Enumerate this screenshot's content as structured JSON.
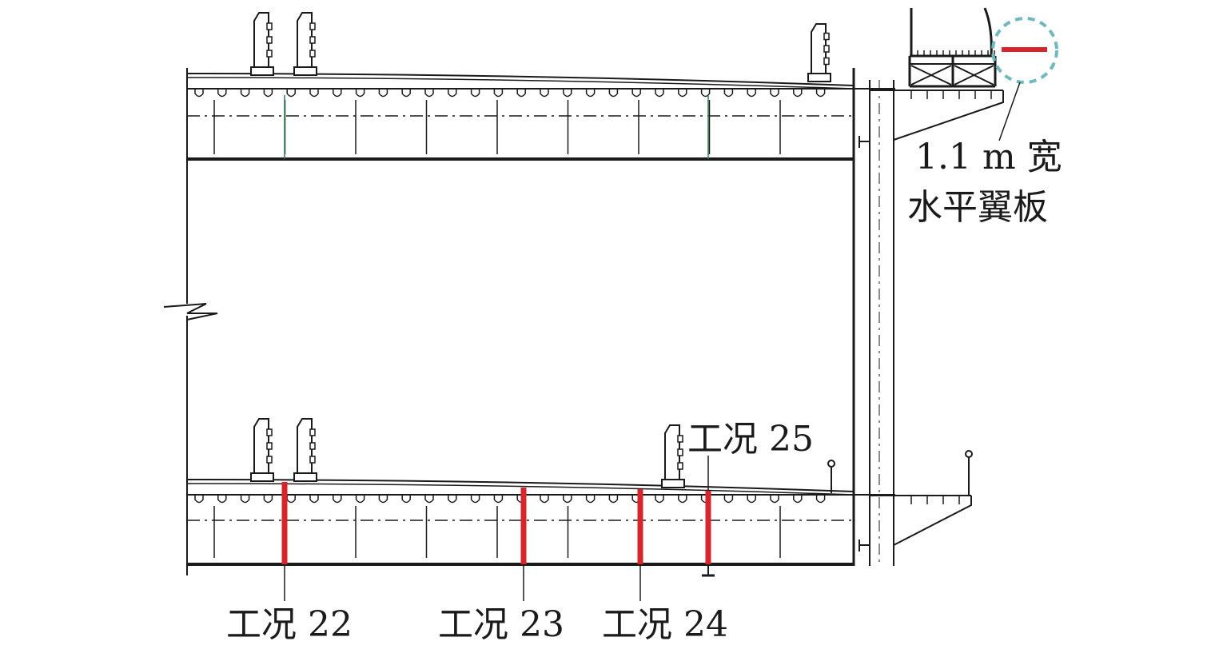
{
  "labels": {
    "case_22": "工况 22",
    "case_23": "工况 23",
    "case_24": "工况 24",
    "case_25": "工况 25",
    "flange_line1": "1.1 m 宽",
    "flange_line2": "水平翼板"
  },
  "colors": {
    "line": "#1a1a1a",
    "highlight": "#d6262b",
    "circle": "#6fb8bf",
    "frame_green": "#2e7d4f"
  }
}
